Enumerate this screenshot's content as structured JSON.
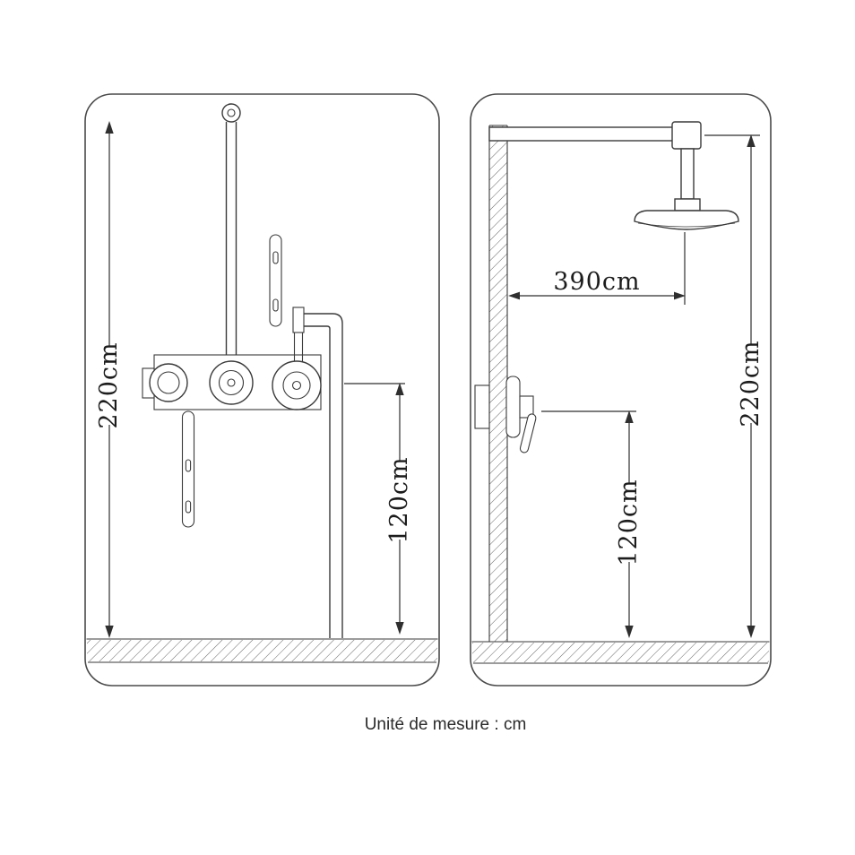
{
  "caption": "Unité de mesure : cm",
  "colors": {
    "ink": "#3a3a3a",
    "background": "#ffffff"
  },
  "front_view": {
    "height_label": "220cm",
    "valve_height_label": "120cm"
  },
  "side_view": {
    "depth_label": "390cm",
    "height_label": "220cm",
    "valve_height_label": "120cm"
  }
}
